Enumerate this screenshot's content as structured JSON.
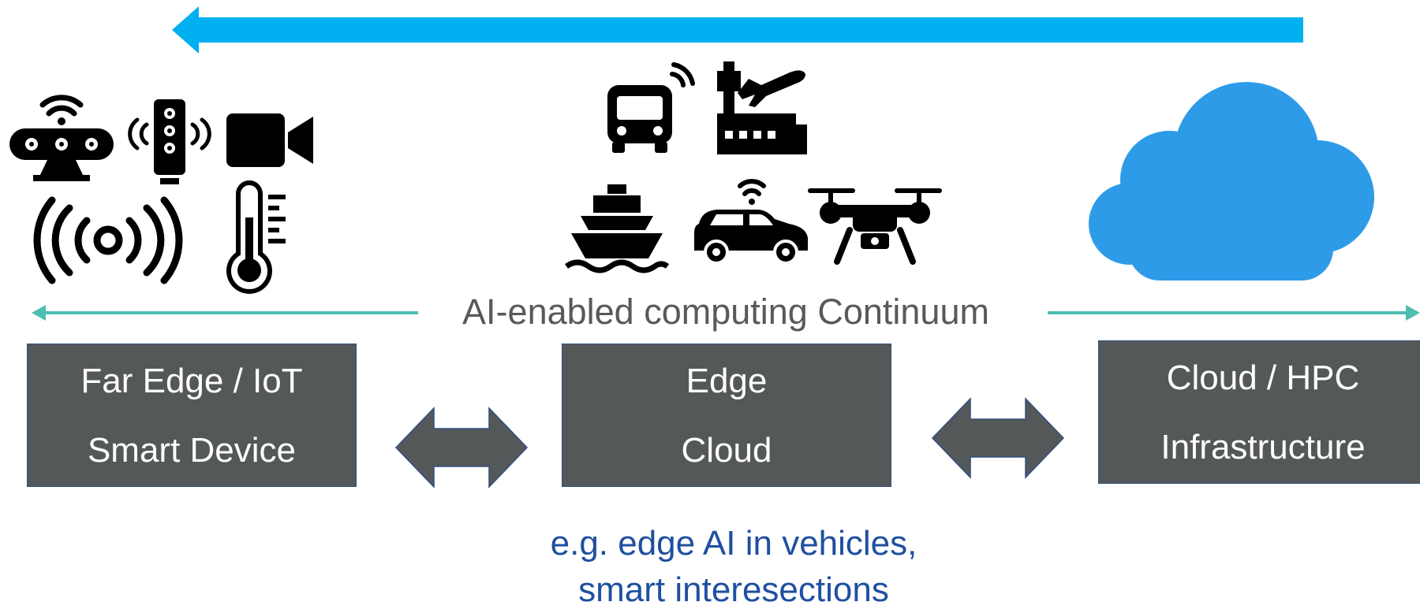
{
  "continuum": {
    "label": "AI-enabled computing Continuum"
  },
  "boxes": [
    {
      "line1": "Far Edge / IoT",
      "line2": "Smart Device"
    },
    {
      "line1": "Edge",
      "line2": "Cloud"
    },
    {
      "line1": "Cloud / HPC",
      "line2": "Infrastructure"
    }
  ],
  "caption": {
    "line1": "e.g. edge AI in vehicles,",
    "line2": "smart interesections"
  },
  "colors": {
    "top_arrow": "#00b0f0",
    "continuum_line": "#4dbeb0",
    "box_fill": "#555859",
    "box_border": "#2f4f7f",
    "double_arrow": "#555859",
    "cloud": "#2e9be8",
    "caption_text": "#1f4fa0",
    "icons": "#000000"
  },
  "icons": [
    "wifi-speaker-hub-icon",
    "iot-sensor-signal-icon",
    "video-camera-icon",
    "broadcast-signal-icon",
    "thermometer-icon",
    "connected-bus-icon",
    "airport-icon",
    "ship-icon",
    "connected-car-icon",
    "drone-icon",
    "cloud-icon"
  ]
}
